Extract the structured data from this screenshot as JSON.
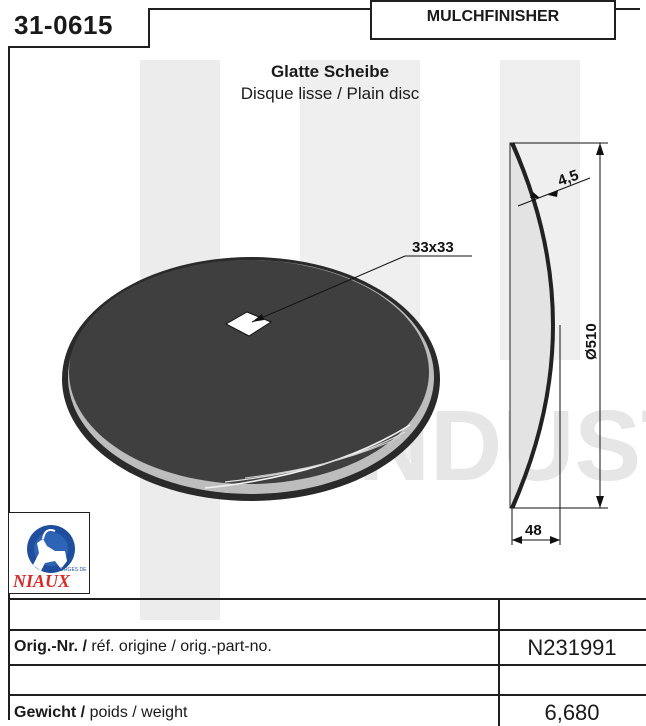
{
  "header": {
    "part_number": "31-0615",
    "category": "MULCHFINISHER",
    "title": "Glatte Scheibe",
    "subtitle": "Disque lisse / Plain disc"
  },
  "drawing": {
    "hole_label": "33x33",
    "thickness_label": "4,5",
    "diameter_label": "Ø510",
    "depth_label": "48"
  },
  "watermark": {
    "text": "INDUST"
  },
  "logo": {
    "small_text": "FORGES DE",
    "brand": "NIAUX",
    "icon": "ibex-icon"
  },
  "table": {
    "rows": [
      {
        "label_bold": "Orig.-Nr. /",
        "label_rest": " réf. origine / orig.-part-no.",
        "value": "N231991"
      },
      {
        "label_bold": "Gewicht /",
        "label_rest": " poids / weight",
        "value": "6,680"
      }
    ]
  },
  "colors": {
    "disc_fill": "#3f3f3f",
    "disc_rim": "#cfcfcf",
    "profile_fill": "#e6e6e6",
    "line": "#1f1f1f",
    "logo_blue": "#1f4e9c",
    "logo_red": "#d92a2a"
  }
}
